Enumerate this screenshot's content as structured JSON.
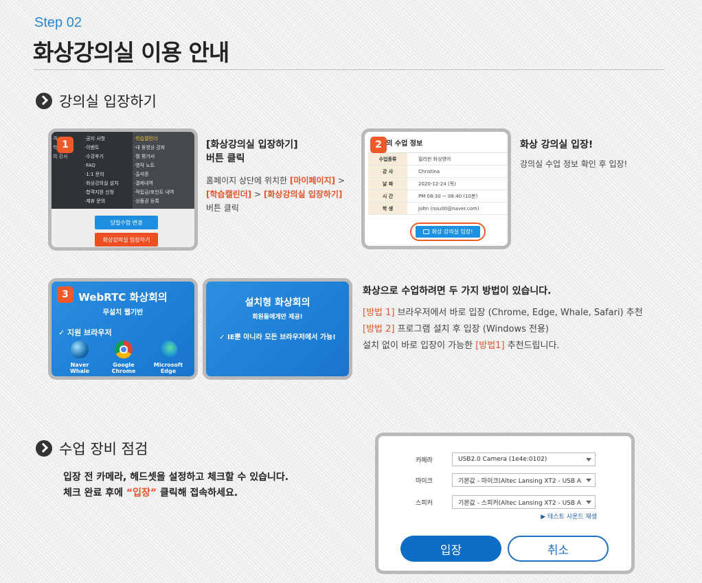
{
  "header": {
    "step": "Step 02",
    "title": "화상강의실 이용 안내"
  },
  "section1": {
    "heading": "강의실 입장하기",
    "step1": {
      "badge": "1",
      "menu_left": [
        "·공지 사항",
        "·이벤트",
        "·수강후기",
        "·FAQ",
        "·1:1 문의",
        "·화상강의실 설치",
        "·합격지원 신청",
        "·제휴 문의"
      ],
      "menu_right": [
        "·학습캘린더",
        "·내 동영상 강좌",
        "·월 평가서",
        "·영작 노트",
        "·출석증",
        "·결제내역",
        "·적립금/포인트 내역",
        "·상품권 등록"
      ],
      "menu_edge": [
        "격",
        "학",
        "의 강사"
      ],
      "btn_change": "당일수업 변경",
      "btn_enter": "화상강의실 입장하기",
      "title_line1": "[화상강의실 입장하기]",
      "title_line2": "버튼 클릭",
      "desc_a": "홈페이지 상단에 위치한 ",
      "desc_b": "[마이페이지]",
      "desc_c": " >",
      "desc_d": "[학습캘린더]",
      "desc_e": " > ",
      "desc_f": "[화상강의실 입장하기]",
      "desc_g": "버튼 클릭"
    },
    "step2": {
      "badge": "2",
      "info_title": "강의 수업 정보",
      "rows": [
        {
          "k": "수업종류",
          "v": "필리핀 화상영어"
        },
        {
          "k": "강 사",
          "v": "Christina"
        },
        {
          "k": "날 짜",
          "v": "2020-12-24 (목)"
        },
        {
          "k": "시 간",
          "v": "PM 08:30 ~ 08:40 (10분)"
        },
        {
          "k": "학 생",
          "v": "John (nou00@naver.com)"
        }
      ],
      "enter_btn": "화상 강의실 입장!",
      "title": "화상 강의실 입장!",
      "desc": "강의실 수업 정보 확인 후 입장!"
    },
    "step3": {
      "badge": "3",
      "webrtc_title": "WebRTC 화상회의",
      "webrtc_sub": "무설치 웹기반",
      "supported": "✓ 지원 브라우저",
      "browsers": [
        {
          "l1": "Naver",
          "l2": "Whale"
        },
        {
          "l1": "Google",
          "l2": "Chrome"
        },
        {
          "l1": "Microsoft",
          "l2": "Edge"
        }
      ],
      "install_title": "설치형 화상회의",
      "install_sub": "회원들에게만 제공!",
      "install_note": "✓ IE뿐 아니라 모든 브라우저에서 가능!",
      "methods_title": "화상으로 수업하려면 두 가지 방법이 있습니다.",
      "m1_tag": "[방법 1]",
      "m1_text": " 브라우저에서 바로 입장 (Chrome, Edge, Whale, Safari) 추천",
      "m2_tag": "[방법 2]",
      "m2_text": " 프로그램 설치 후 입장 (Windows 전용)",
      "rec_a": "설치 없이 바로 입장이 가능한 ",
      "rec_b": "[방법1]",
      "rec_c": "  추천드립니다."
    }
  },
  "section2": {
    "heading": "수업 장비 점검",
    "desc_line1": "입장 전 카메라, 헤드셋을 설정하고 체크할 수 있습니다.",
    "desc_line2a": "체크 완료 후에  ",
    "desc_line2b": "“입장”",
    "desc_line2c": " 클릭해 접속하세요.",
    "camera_label": "카메라",
    "camera_value": "USB2.0 Camera (1e4e:0102)",
    "mic_label": "마이크",
    "mic_value": "기본값 - 마이크(Altec Lansing XT2 - USB A",
    "speaker_label": "스피커",
    "speaker_value": "기본값 - 스피커(Altec Lansing XT2 - USB A",
    "test_sound": "▶ 테스트 사운드 재생",
    "enter": "입장",
    "cancel": "취소"
  }
}
